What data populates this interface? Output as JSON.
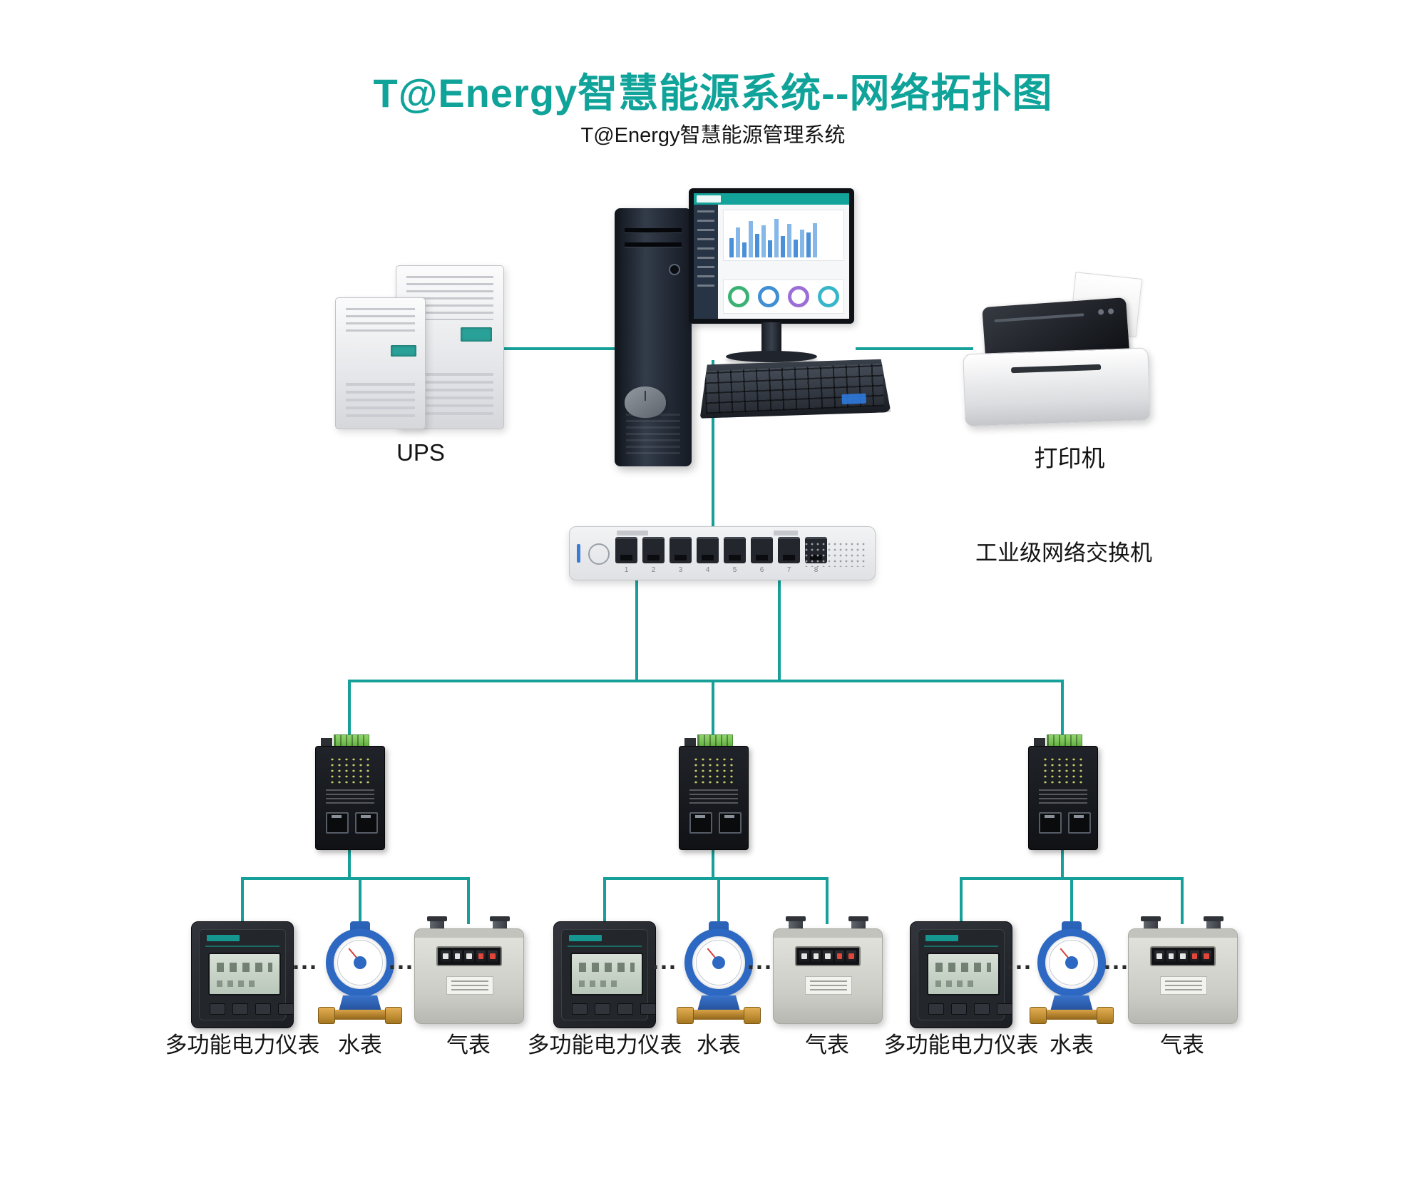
{
  "title": "T@Energy智慧能源系统--网络拓扑图",
  "colors": {
    "accent": "#10a39a",
    "wire": "#16a099"
  },
  "devices": {
    "server": {
      "label": "T@Energy智慧能源管理系统"
    },
    "ups": {
      "label": "UPS"
    },
    "printer": {
      "label": "打印机"
    },
    "switch": {
      "label": "工业级网络交换机",
      "ports": [
        "1",
        "2",
        "3",
        "4",
        "5",
        "6",
        "7",
        "8"
      ]
    }
  },
  "groups": [
    {
      "power_meter": "多功能电力仪表",
      "water_meter": "水表",
      "gas_meter": "气表",
      "dots_a": "...",
      "dots_b": "..."
    },
    {
      "power_meter": "多功能电力仪表",
      "water_meter": "水表",
      "gas_meter": "气表",
      "dots_a": "...",
      "dots_b": "..."
    },
    {
      "power_meter": "多功能电力仪表",
      "water_meter": "水表",
      "gas_meter": "气表",
      "dots_a": "...",
      "dots_b": "..."
    }
  ]
}
